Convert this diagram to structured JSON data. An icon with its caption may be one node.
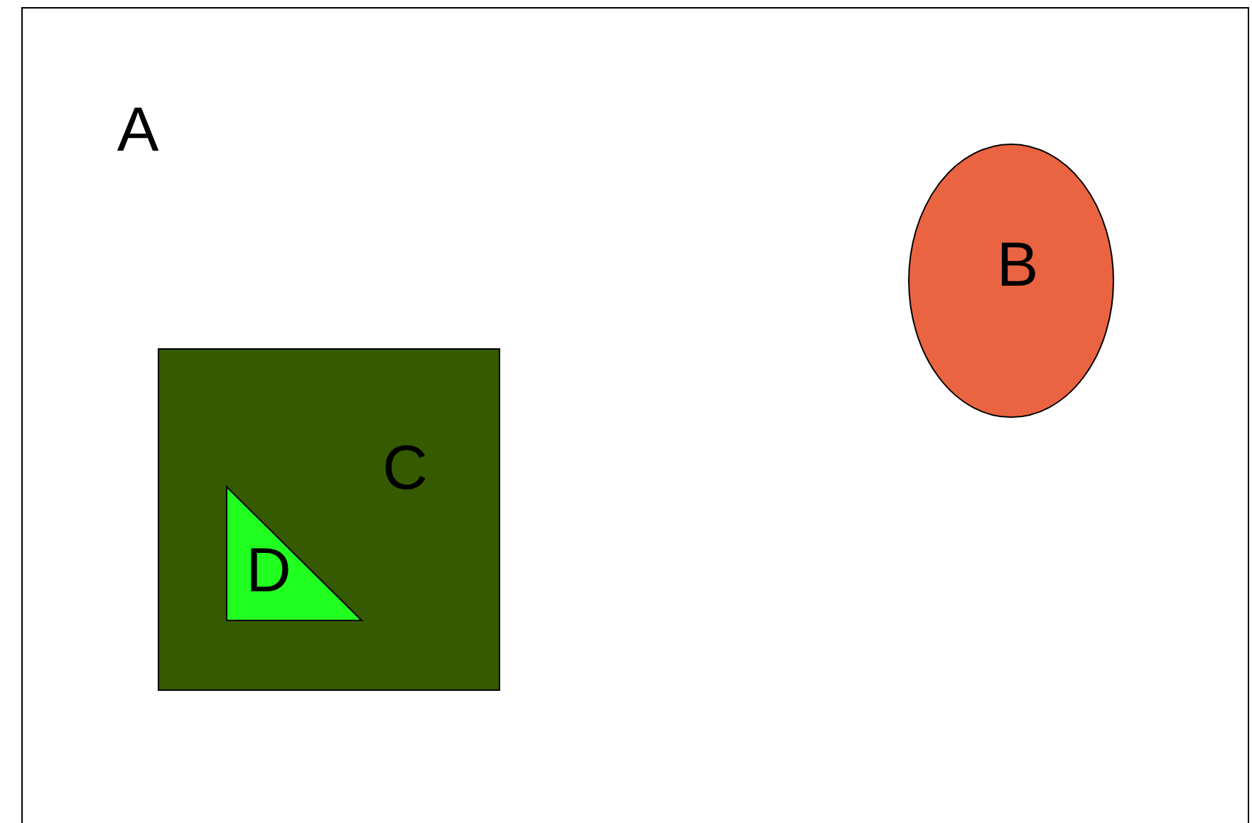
{
  "diagram": {
    "nodes": [
      {
        "text": [
          "A"
        ]
      },
      {
        "text": [
          "B"
        ],
        "in": 0
      },
      {
        "text": [
          "C"
        ],
        "in": 0
      },
      {
        "text": [
          "D"
        ],
        "in": 2
      }
    ]
  }
}
